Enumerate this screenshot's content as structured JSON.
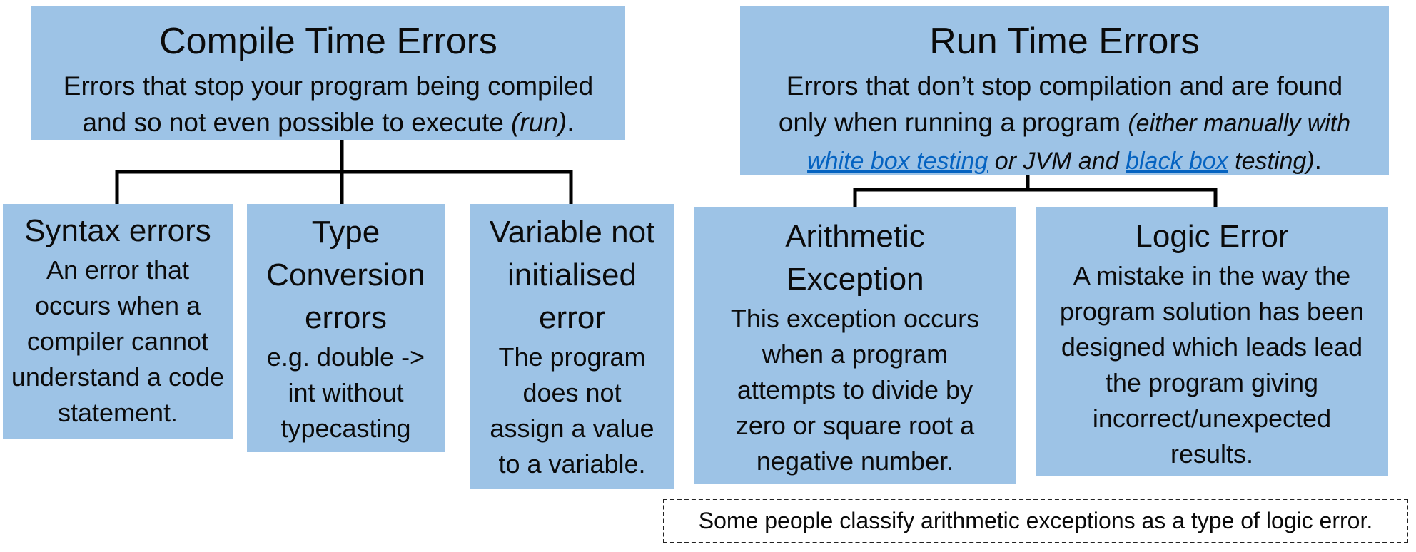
{
  "compile": {
    "title": "Compile Time Errors",
    "desc_1": "Errors that stop your program being compiled and so not even possible to execute",
    "desc_run": "(run)",
    "desc_end": ".",
    "children": [
      {
        "title": "Syntax errors",
        "desc": "An error that occurs when a compiler cannot understand a code statement."
      },
      {
        "title": "Type Conversion errors",
        "desc": "e.g. double -> int without typecasting"
      },
      {
        "title": "Variable not initialised error",
        "desc": "The program does not assign a value to a variable."
      }
    ]
  },
  "runtime": {
    "title": "Run Time Errors",
    "desc_1": "Errors that don’t stop compilation and are found only when running a program",
    "desc_paren_open": "(either manually with",
    "link_white_box": "white box testing",
    "desc_mid": "or  JVM and",
    "link_black_box": "black box",
    "desc_paren_close": "testing)",
    "desc_end": ".",
    "children": [
      {
        "title": "Arithmetic Exception",
        "desc": "This exception occurs when a program attempts to divide by zero or square root a negative number."
      },
      {
        "title": "Logic Error",
        "desc": "A mistake in the way the program solution has been designed which leads lead the program giving incorrect/unexpected results."
      }
    ]
  },
  "note": "Some people classify arithmetic exceptions as a type of logic error."
}
